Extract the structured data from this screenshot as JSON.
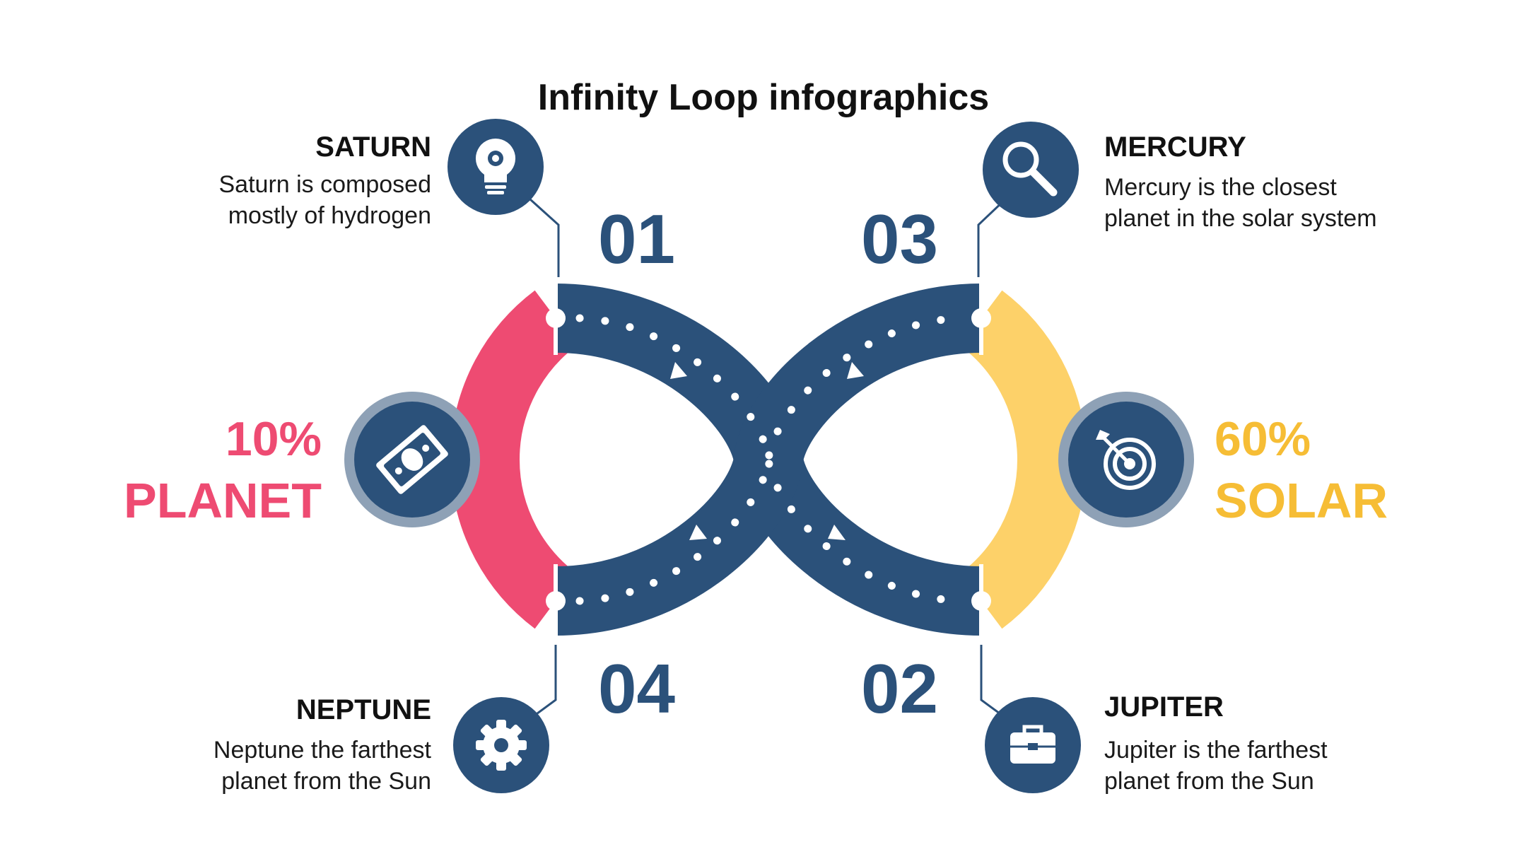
{
  "title": "Infinity Loop infographics",
  "colors": {
    "navy": "#2b517a",
    "pink": "#ee4b72",
    "yellow": "#fdd169",
    "ring": "#8ea1b6",
    "white": "#ffffff"
  },
  "steps": {
    "saturn": {
      "number": "01",
      "heading": "SATURN",
      "line1": "Saturn is composed",
      "line2": "mostly of hydrogen",
      "icon": "lightbulb-icon"
    },
    "jupiter": {
      "number": "02",
      "heading": "JUPITER",
      "line1": "Jupiter is the farthest",
      "line2": "planet from the Sun",
      "icon": "briefcase-icon"
    },
    "mercury": {
      "number": "03",
      "heading": "MERCURY",
      "line1": "Mercury is the closest",
      "line2": "planet in the solar system",
      "icon": "magnifier-icon"
    },
    "neptune": {
      "number": "04",
      "heading": "NEPTUNE",
      "line1": "Neptune  the farthest",
      "line2": "planet from the Sun",
      "icon": "gear-icon"
    }
  },
  "stats": {
    "left": {
      "percent": "10%",
      "label": "PLANET",
      "icon": "money-icon"
    },
    "right": {
      "percent": "60%",
      "label": "SOLAR",
      "icon": "target-icon"
    }
  }
}
